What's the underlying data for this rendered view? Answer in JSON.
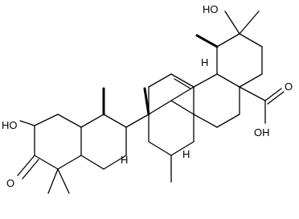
{
  "structure": {
    "labels": {
      "hydroxyl_top": "HO",
      "hydroxyl_left": "HO",
      "ketone_oxygen": "O",
      "acid_carbonyl": "O",
      "acid_hydroxyl": "OH",
      "h_c18": "H",
      "h_c9": "H",
      "h_c14": "H"
    }
  }
}
